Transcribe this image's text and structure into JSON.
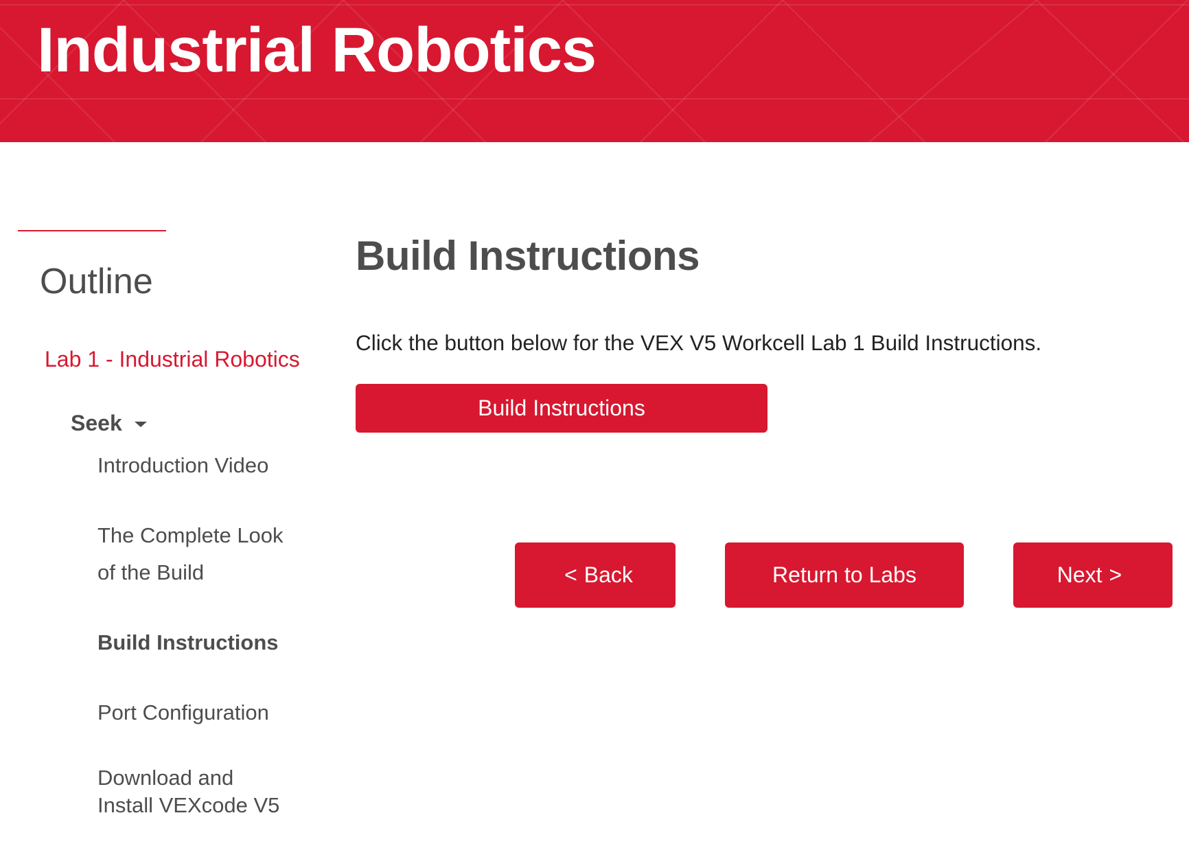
{
  "header": {
    "title": "Industrial Robotics",
    "background_color": "#D71830"
  },
  "sidebar": {
    "title": "Outline",
    "lab": "Lab 1 - Industrial Robotics",
    "section": {
      "label": "Seek",
      "icon": "caret-down-icon"
    },
    "items": [
      {
        "label": "Introduction Video",
        "active": false
      },
      {
        "label": "The Complete Look of the Build",
        "line1": "The Complete Look",
        "line2": "of the Build",
        "active": false
      },
      {
        "label": "Build Instructions",
        "active": true
      },
      {
        "label": "Port Configuration",
        "active": false
      },
      {
        "label": "Download and Install VEXcode V5",
        "line1": "Download and",
        "line2": "Install VEXcode V5",
        "active": false
      }
    ]
  },
  "main": {
    "heading": "Build Instructions",
    "paragraph": "Click the button below for the VEX V5 Workcell Lab 1 Build Instructions.",
    "build_button": "Build Instructions",
    "nav": {
      "back_icon": "<",
      "back_label": "Back",
      "return_label": "Return to Labs",
      "next_label": "Next",
      "next_icon": ">"
    }
  },
  "colors": {
    "accent": "#D71830",
    "text_gray": "#4D4D4D",
    "text_dark": "#222222"
  }
}
